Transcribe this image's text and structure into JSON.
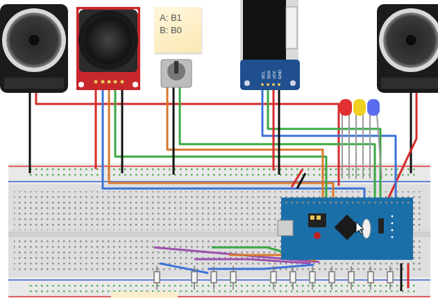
{
  "diagram": {
    "nodes": [
      {
        "text": [
          "A: B1",
          "B: B0"
        ]
      }
    ],
    "labels": [
      "SCL",
      "SDA",
      "VCC",
      "GND"
    ]
  }
}
